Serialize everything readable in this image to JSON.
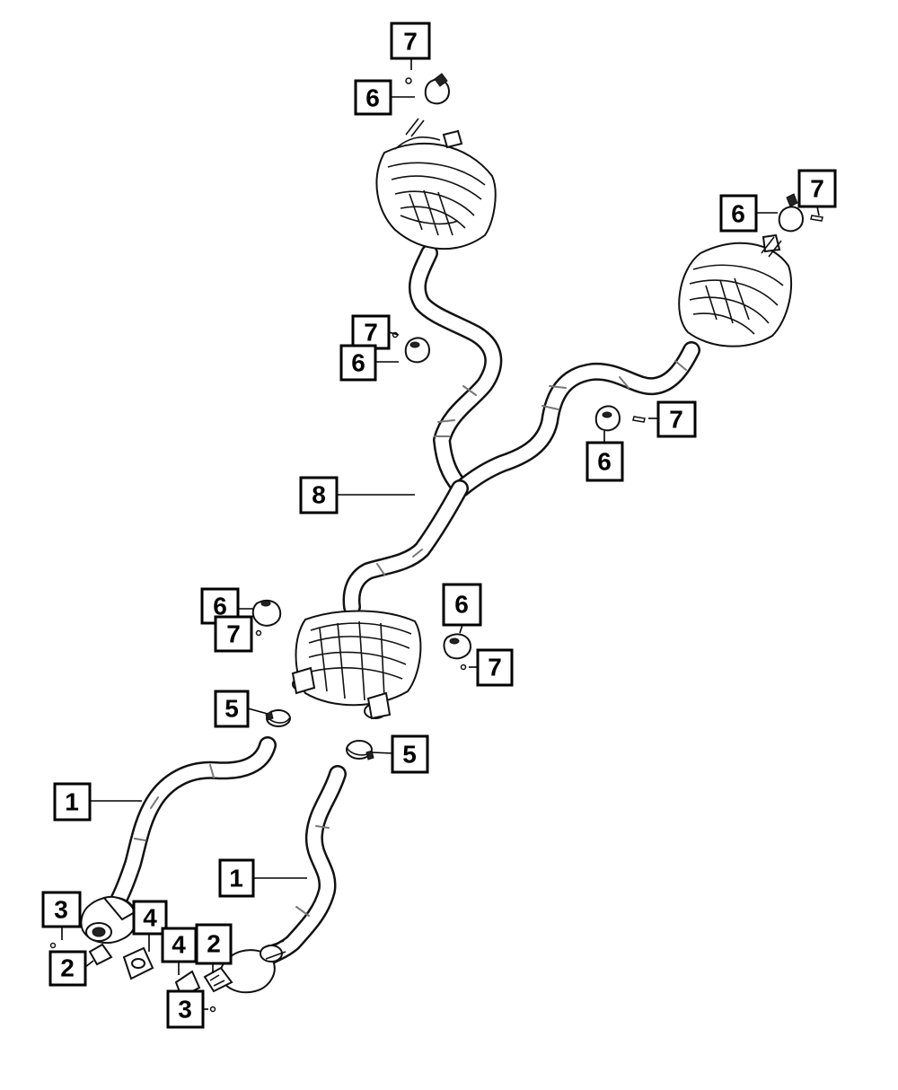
{
  "callouts": [
    {
      "id": "c7-top",
      "label": "7"
    },
    {
      "id": "c6-top",
      "label": "6"
    },
    {
      "id": "c7-right-top",
      "label": "7"
    },
    {
      "id": "c6-right-top",
      "label": "6"
    },
    {
      "id": "c7-mid-left",
      "label": "7"
    },
    {
      "id": "c6-mid-left",
      "label": "6"
    },
    {
      "id": "c7-mid-right",
      "label": "7"
    },
    {
      "id": "c6-mid-right",
      "label": "6"
    },
    {
      "id": "c8",
      "label": "8"
    },
    {
      "id": "c6-res-left",
      "label": "6"
    },
    {
      "id": "c7-res-left",
      "label": "7"
    },
    {
      "id": "c6-res-right",
      "label": "6"
    },
    {
      "id": "c7-res-right",
      "label": "7"
    },
    {
      "id": "c5-left",
      "label": "5"
    },
    {
      "id": "c5-right",
      "label": "5"
    },
    {
      "id": "c1-left",
      "label": "1"
    },
    {
      "id": "c1-right",
      "label": "1"
    },
    {
      "id": "c3-left",
      "label": "3"
    },
    {
      "id": "c4-left",
      "label": "4"
    },
    {
      "id": "c2-left",
      "label": "2"
    },
    {
      "id": "c4-right",
      "label": "4"
    },
    {
      "id": "c2-right",
      "label": "2"
    },
    {
      "id": "c3-right",
      "label": "3"
    }
  ],
  "colors": {
    "line": "#111111",
    "background": "#ffffff"
  }
}
